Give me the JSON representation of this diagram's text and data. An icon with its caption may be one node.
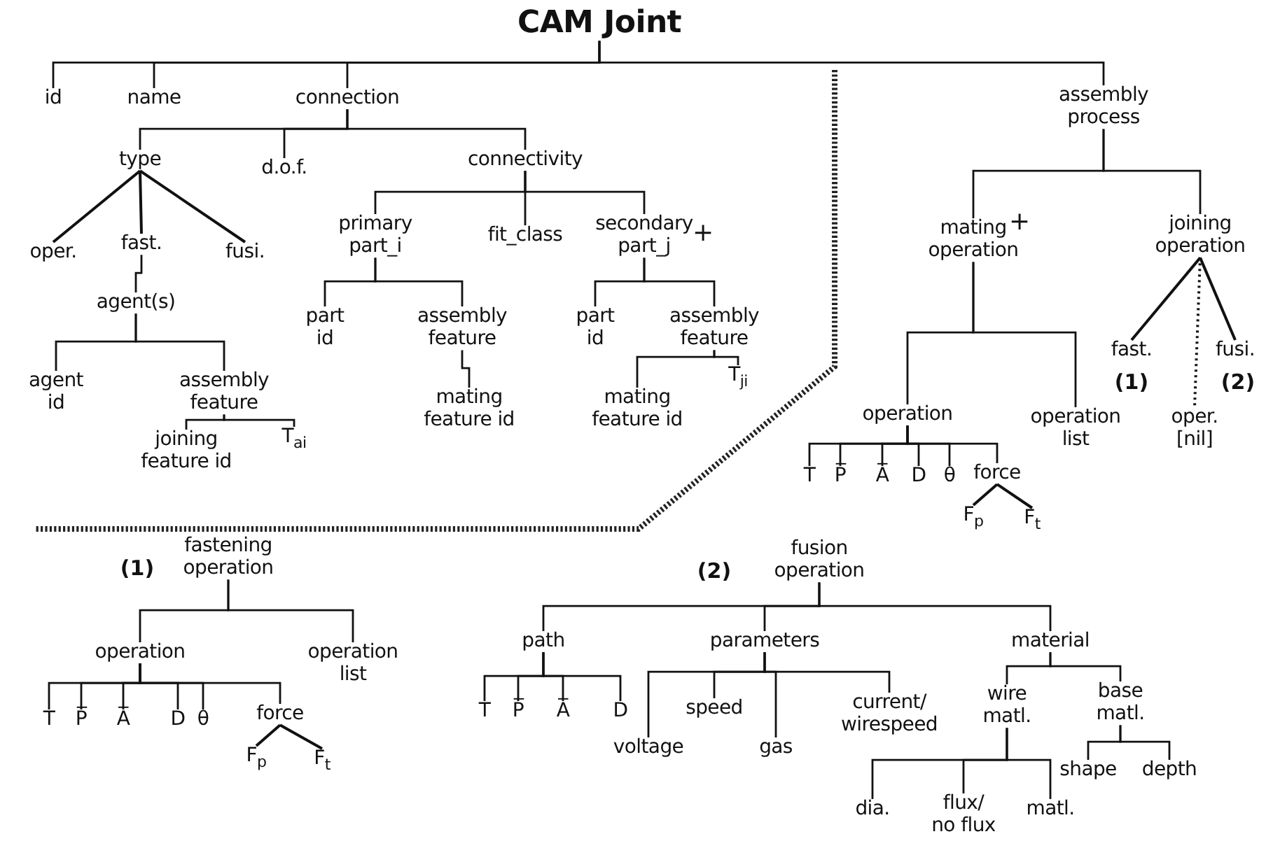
{
  "diagram": {
    "nodes": [
      {
        "text": [
          "CAM Joint"
        ]
      },
      {
        "text": [
          "id"
        ]
      },
      {
        "text": [
          "name"
        ]
      },
      {
        "text": [
          "connection"
        ]
      },
      {
        "text": [
          "assembly process"
        ]
      },
      {
        "text": [
          "type"
        ]
      },
      {
        "text": [
          "d.o.f."
        ]
      },
      {
        "text": [
          "connectivity"
        ]
      },
      {
        "text": [
          "oper."
        ]
      },
      {
        "text": [
          "fast."
        ]
      },
      {
        "text": [
          "fusi."
        ]
      },
      {
        "text": [
          "primary part_i"
        ]
      },
      {
        "text": [
          "fit_class"
        ]
      },
      {
        "text": [
          "secondary part_j"
        ]
      },
      {
        "text": [
          "agent(s)"
        ]
      },
      {
        "text": [
          "part id"
        ]
      },
      {
        "text": [
          "assembly feature"
        ]
      },
      {
        "text": [
          "part id"
        ]
      },
      {
        "text": [
          "assembly feature"
        ]
      },
      {
        "text": [
          "agent id"
        ]
      },
      {
        "text": [
          "assembly feature"
        ]
      },
      {
        "text": [
          "mating feature id"
        ]
      },
      {
        "text": [
          "mating feature id"
        ]
      },
      {
        "text": [
          "T$_{ji}$"
        ]
      },
      {
        "text": [
          "joining feature id"
        ]
      },
      {
        "text": [
          "T$_{ai}$"
        ]
      },
      {
        "text": [
          "mating operation"
        ]
      },
      {
        "text": [
          "joining operation"
        ]
      },
      {
        "text": [
          "fast."
        ],
        "beside": [
          "(1)"
        ]
      },
      {
        "text": [
          "oper. [nil]"
        ]
      },
      {
        "text": [
          "fusi."
        ],
        "beside": [
          "(2)"
        ]
      },
      {
        "text": [
          "operation"
        ]
      },
      {
        "text": [
          "operation list"
        ]
      },
      {
        "text": [
          "T"
        ]
      },
      {
        "text": [
          "P̅"
        ]
      },
      {
        "text": [
          "A̅"
        ]
      },
      {
        "text": [
          "D"
        ]
      },
      {
        "text": [
          "θ"
        ]
      },
      {
        "text": [
          "force"
        ]
      },
      {
        "text": [
          "F$_{p}$"
        ]
      },
      {
        "text": [
          "F$_{t}$"
        ]
      },
      {
        "text": [
          "fastening operation"
        ],
        "beside": [
          "(1)"
        ]
      },
      {
        "text": [
          "operation"
        ]
      },
      {
        "text": [
          "operation list"
        ]
      },
      {
        "text": [
          "T"
        ]
      },
      {
        "text": [
          "P̅"
        ]
      },
      {
        "text": [
          "A̅"
        ]
      },
      {
        "text": [
          "D"
        ]
      },
      {
        "text": [
          "θ"
        ]
      },
      {
        "text": [
          "force"
        ]
      },
      {
        "text": [
          "F$_{p}$"
        ]
      },
      {
        "text": [
          "F$_{t}$"
        ]
      },
      {
        "text": [
          "fusion operation"
        ],
        "beside": [
          "(2)"
        ]
      },
      {
        "text": [
          "path"
        ]
      },
      {
        "text": [
          "parameters"
        ]
      },
      {
        "text": [
          "material"
        ]
      },
      {
        "text": [
          "T"
        ]
      },
      {
        "text": [
          "P̅"
        ]
      },
      {
        "text": [
          "A̅"
        ]
      },
      {
        "text": [
          "D"
        ]
      },
      {
        "text": [
          "voltage"
        ]
      },
      {
        "text": [
          "speed"
        ]
      },
      {
        "text": [
          "gas"
        ]
      },
      {
        "text": [
          "current/ wirespeed"
        ]
      },
      {
        "text": [
          "wire matl."
        ]
      },
      {
        "text": [
          "base matl."
        ]
      },
      {
        "text": [
          "shape"
        ]
      },
      {
        "text": [
          "depth"
        ]
      },
      {
        "text": [
          "dia."
        ]
      },
      {
        "text": [
          "flux/ no flux"
        ]
      },
      {
        "text": [
          "matl."
        ]
      }
    ],
    "edges": [
      {
        "from": 0,
        "to": 1,
        "arrow": "none"
      },
      {
        "from": 0,
        "to": 2,
        "arrow": "none"
      },
      {
        "from": 0,
        "to": 3,
        "arrow": "none"
      },
      {
        "from": 0,
        "to": 4,
        "arrow": "none"
      },
      {
        "from": 3,
        "to": 5,
        "arrow": "none"
      },
      {
        "from": 3,
        "to": 6,
        "arrow": "none"
      },
      {
        "from": 3,
        "to": 7,
        "arrow": "none"
      },
      {
        "from": 5,
        "to": 8,
        "arrow": "none"
      },
      {
        "from": 5,
        "to": 9,
        "arrow": "none"
      },
      {
        "from": 5,
        "to": 10,
        "arrow": "none"
      },
      {
        "from": 9,
        "to": 14,
        "arrow": "none"
      },
      {
        "from": 7,
        "to": 11,
        "arrow": "none"
      },
      {
        "from": 7,
        "to": 12,
        "arrow": "none"
      },
      {
        "from": 7,
        "to": 13,
        "arrow": "none"
      },
      {
        "from": 14,
        "to": 19,
        "arrow": "none"
      },
      {
        "from": 14,
        "to": 20,
        "arrow": "none"
      },
      {
        "from": 11,
        "to": 15,
        "arrow": "none"
      },
      {
        "from": 11,
        "to": 16,
        "arrow": "none"
      },
      {
        "from": 13,
        "to": 17,
        "arrow": "none"
      },
      {
        "from": 13,
        "to": 18,
        "arrow": "none"
      },
      {
        "from": 16,
        "to": 21,
        "arrow": "none"
      },
      {
        "from": 18,
        "to": 22,
        "arrow": "none"
      },
      {
        "from": 18,
        "to": 23,
        "arrow": "none"
      },
      {
        "from": 20,
        "to": 24,
        "arrow": "none"
      },
      {
        "from": 20,
        "to": 25,
        "arrow": "none"
      },
      {
        "from": 4,
        "to": 26,
        "arrow": "none"
      },
      {
        "from": 4,
        "to": 27,
        "arrow": "none"
      },
      {
        "from": 27,
        "to": 28,
        "arrow": "none"
      },
      {
        "from": 27,
        "to": 29,
        "arrow": "none",
        "style": "dashed"
      },
      {
        "from": 27,
        "to": 30,
        "arrow": "none"
      },
      {
        "from": 26,
        "to": 31,
        "arrow": "none"
      },
      {
        "from": 26,
        "to": 32,
        "arrow": "none"
      },
      {
        "from": 31,
        "to": 33,
        "arrow": "none"
      },
      {
        "from": 31,
        "to": 34,
        "arrow": "none"
      },
      {
        "from": 31,
        "to": 35,
        "arrow": "none"
      },
      {
        "from": 31,
        "to": 36,
        "arrow": "none"
      },
      {
        "from": 31,
        "to": 37,
        "arrow": "none"
      },
      {
        "from": 31,
        "to": 38,
        "arrow": "none"
      },
      {
        "from": 38,
        "to": 39,
        "arrow": "none"
      },
      {
        "from": 38,
        "to": 40,
        "arrow": "none"
      },
      {
        "from": 41,
        "to": 42,
        "arrow": "none"
      },
      {
        "from": 41,
        "to": 43,
        "arrow": "none"
      },
      {
        "from": 42,
        "to": 44,
        "arrow": "none"
      },
      {
        "from": 42,
        "to": 45,
        "arrow": "none"
      },
      {
        "from": 42,
        "to": 46,
        "arrow": "none"
      },
      {
        "from": 42,
        "to": 47,
        "arrow": "none"
      },
      {
        "from": 42,
        "to": 48,
        "arrow": "none"
      },
      {
        "from": 42,
        "to": 49,
        "arrow": "none"
      },
      {
        "from": 49,
        "to": 50,
        "arrow": "none"
      },
      {
        "from": 49,
        "to": 51,
        "arrow": "none"
      },
      {
        "from": 52,
        "to": 53,
        "arrow": "none"
      },
      {
        "from": 52,
        "to": 54,
        "arrow": "none"
      },
      {
        "from": 52,
        "to": 55,
        "arrow": "none"
      },
      {
        "from": 53,
        "to": 56,
        "arrow": "none"
      },
      {
        "from": 53,
        "to": 57,
        "arrow": "none"
      },
      {
        "from": 53,
        "to": 58,
        "arrow": "none"
      },
      {
        "from": 53,
        "to": 59,
        "arrow": "none"
      },
      {
        "from": 54,
        "to": 60,
        "arrow": "none"
      },
      {
        "from": 54,
        "to": 61,
        "arrow": "none"
      },
      {
        "from": 54,
        "to": 62,
        "arrow": "none"
      },
      {
        "from": 54,
        "to": 63,
        "arrow": "none"
      },
      {
        "from": 55,
        "to": 64,
        "arrow": "none"
      },
      {
        "from": 55,
        "to": 65,
        "arrow": "none"
      },
      {
        "from": 64,
        "to": 68,
        "arrow": "none"
      },
      {
        "from": 64,
        "to": 69,
        "arrow": "none"
      },
      {
        "from": 64,
        "to": 70,
        "arrow": "none"
      },
      {
        "from": 65,
        "to": 66,
        "arrow": "none"
      },
      {
        "from": 65,
        "to": 67,
        "arrow": "none"
      }
    ],
    "labels": [
      "+",
      "+"
    ]
  }
}
